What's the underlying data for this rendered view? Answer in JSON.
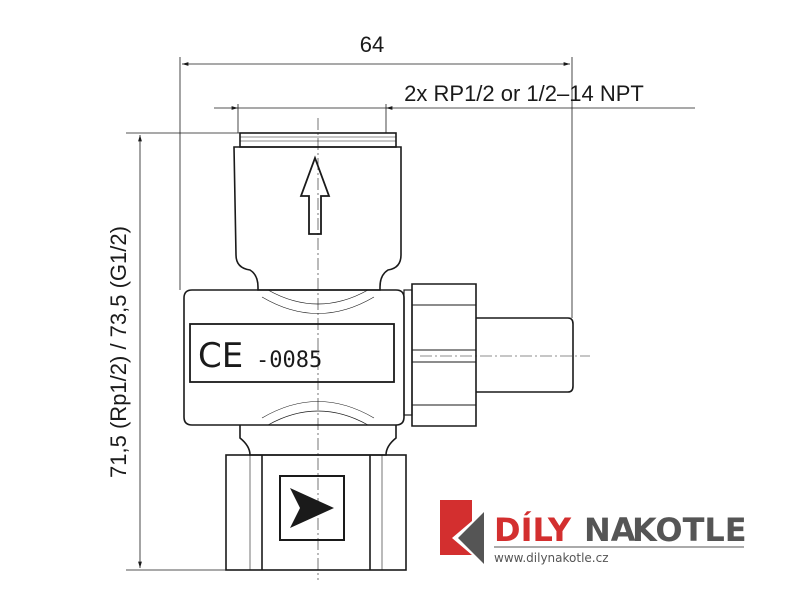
{
  "dimensions": {
    "width": "64",
    "thread": "2x RP1/2 or 1/2–14 NPT",
    "height": "71,5 (Rp1/2) / 73,5 (G1/2)"
  },
  "marking": {
    "ce": "CE",
    "number": "-0085"
  },
  "logo": {
    "word1": "DÍLY",
    "word2": "NA",
    "word3": "KOTLE",
    "url": "www.dilynakotle.cz",
    "colors": {
      "red": "#d32f2f",
      "gray": "#555555"
    }
  }
}
